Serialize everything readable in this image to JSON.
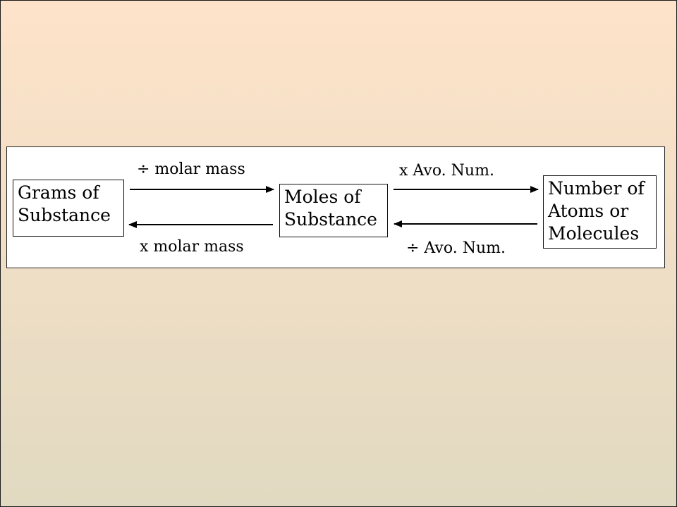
{
  "diagram": {
    "nodes": [
      {
        "id": "grams",
        "lines": [
          "Grams of",
          "Substance"
        ]
      },
      {
        "id": "moles",
        "lines": [
          "Moles of",
          "Substance"
        ]
      },
      {
        "id": "particles",
        "lines": [
          "Number of",
          "Atoms or",
          "Molecules"
        ]
      }
    ],
    "edges": [
      {
        "from": "grams",
        "to": "moles",
        "label": "÷  molar mass"
      },
      {
        "from": "moles",
        "to": "grams",
        "label": "x  molar mass"
      },
      {
        "from": "moles",
        "to": "particles",
        "label": "x  Avo. Num."
      },
      {
        "from": "particles",
        "to": "moles",
        "label": "÷  Avo. Num."
      }
    ]
  }
}
